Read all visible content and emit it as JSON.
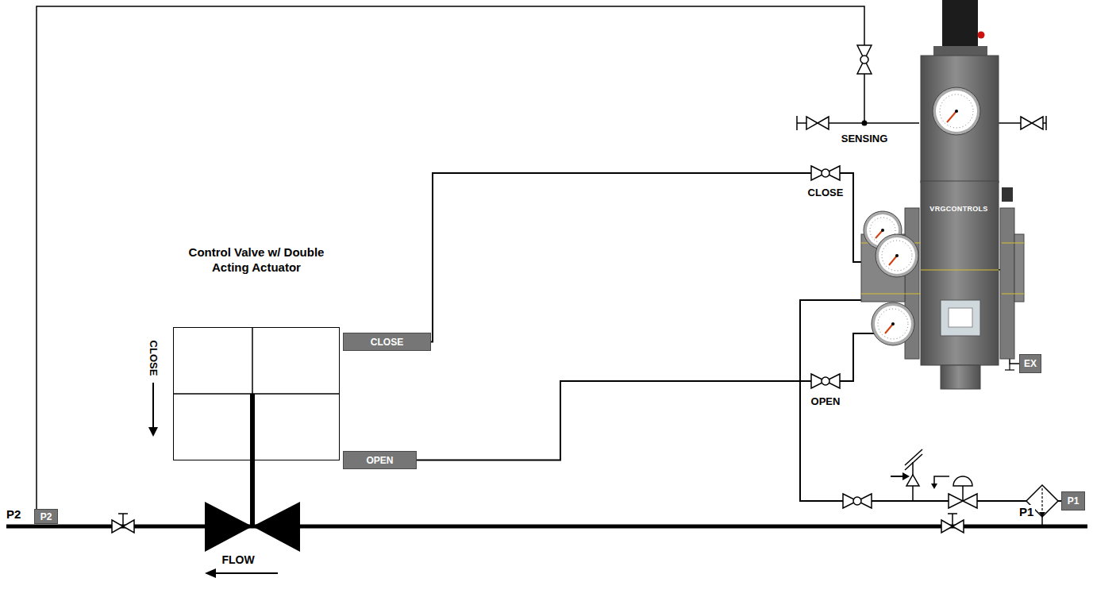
{
  "diagram": {
    "nodes": [
      {
        "text": [
          "Control Valve w/ Double Acting Actuator"
        ]
      },
      {
        "text": [
          "CLOSE"
        ]
      },
      {
        "text": [
          "OPEN"
        ]
      },
      {
        "text": [
          "VRGCONTROLS"
        ]
      },
      {
        "text": [
          "EX"
        ]
      },
      {
        "text": [
          "P1"
        ]
      },
      {
        "text": [
          "P2"
        ]
      }
    ],
    "edges": [
      {
        "from": 1,
        "to": 3,
        "arrow": "none",
        "label": "CLOSE"
      },
      {
        "from": 2,
        "to": 3,
        "arrow": "none",
        "label": "OPEN"
      },
      {
        "from": 6,
        "to": 3,
        "arrow": "none",
        "label": "SENSING"
      },
      {
        "from": 5,
        "to": 3,
        "arrow": "none"
      },
      {
        "from": 3,
        "to": 4,
        "arrow": "none"
      }
    ],
    "labels": [
      "CLOSE",
      "FLOW",
      "P2",
      "P1"
    ]
  }
}
